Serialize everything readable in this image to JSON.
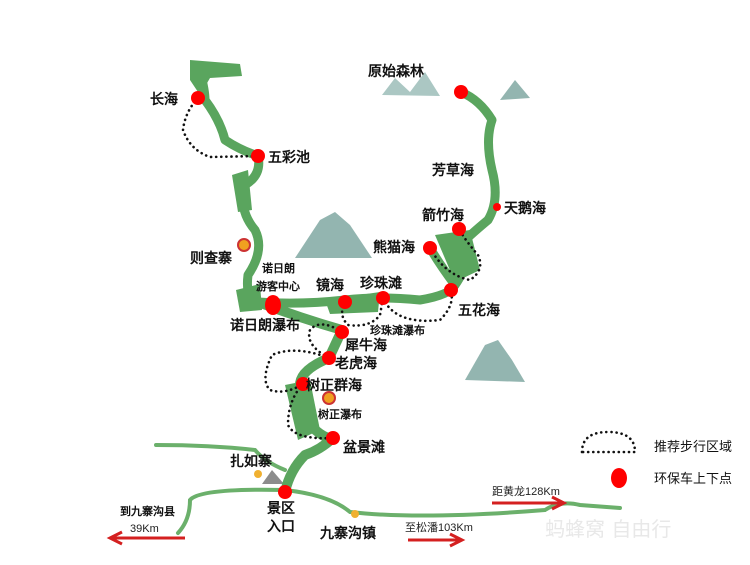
{
  "places": {
    "changhai": "长海",
    "wucaichi": "五彩池",
    "yuanshi_senlin": "原始森林",
    "fangcaohai": "芳草海",
    "tianehai": "天鹅海",
    "jianzhuhai": "箭竹海",
    "xiongmaohai": "熊猫海",
    "zechazhai": "则查寨",
    "nuorilang_center_1": "诺日朗",
    "nuorilang_center_2": "游客中心",
    "jinghai": "镜海",
    "zhenzhutan": "珍珠滩",
    "wuhuahai": "五花海",
    "nuorilang_falls": "诺日朗瀑布",
    "zhenzhutan_falls": "珍珠滩瀑布",
    "xiniuhai": "犀牛海",
    "laohuhai": "老虎海",
    "shuzheng_lakes": "树正群海",
    "shuzheng_falls": "树正瀑布",
    "penjingtan": "盆景滩",
    "zharuzhai": "扎如寨",
    "entrance_1": "景区",
    "entrance_2": "入口",
    "jiuzhaigou_town": "九寨沟镇"
  },
  "roads": {
    "county": "到九寨沟县",
    "county_km": "39Km",
    "songpan": "至松潘103Km",
    "huanglong": "距黄龙128Km"
  },
  "legend": {
    "walking": "推荐步行区域",
    "bus_stop": "环保车上下点"
  },
  "watermark": "蚂蜂窝 自由行",
  "colors": {
    "river": "#5aa55e",
    "stop": "#ff0000",
    "arrow": "#d42020",
    "poi": "#f0a020"
  }
}
